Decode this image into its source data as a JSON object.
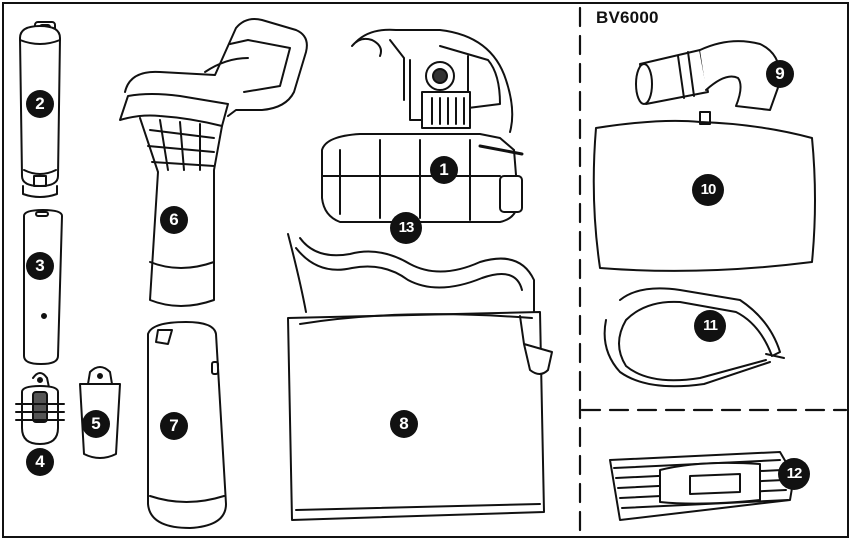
{
  "model_label": "BV6000",
  "callouts": [
    "1",
    "2",
    "3",
    "4",
    "5",
    "6",
    "7",
    "8",
    "9",
    "10",
    "11",
    "12",
    "13"
  ]
}
